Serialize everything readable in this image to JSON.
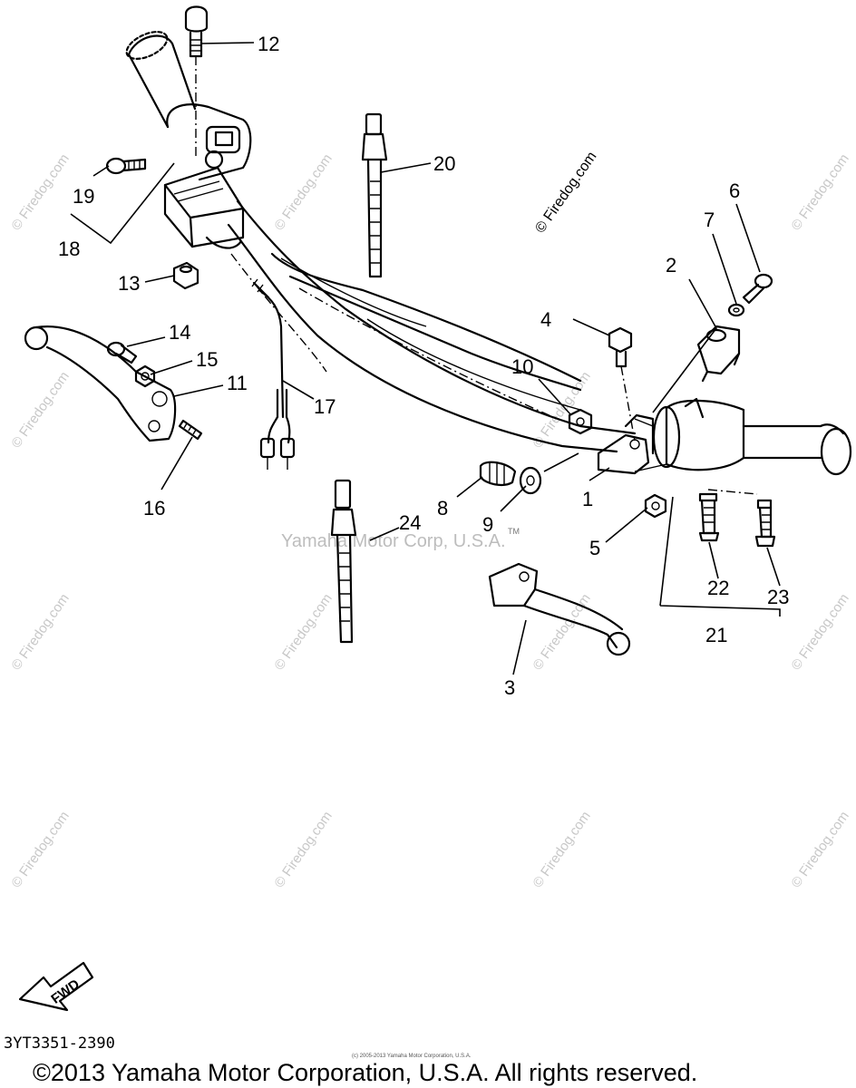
{
  "diagram": {
    "callouts": [
      "1",
      "2",
      "3",
      "4",
      "5",
      "6",
      "7",
      "8",
      "9",
      "10",
      "11",
      "12",
      "13",
      "14",
      "15",
      "16",
      "17",
      "18",
      "19",
      "20",
      "21",
      "22",
      "23",
      "24"
    ],
    "watermark_site": "© Firedog.com",
    "watermark_center": "Yamaha Motor Corp, U.S.A.",
    "trademark": "TM",
    "direction_label": "FWD",
    "drawing_code": "3YT3351-2390",
    "tiny_notice": "(c) 2005-2013 Yamaha Motor Corporation, U.S.A.",
    "copyright": "©2013 Yamaha Motor Corporation, U.S.A. All rights reserved."
  }
}
